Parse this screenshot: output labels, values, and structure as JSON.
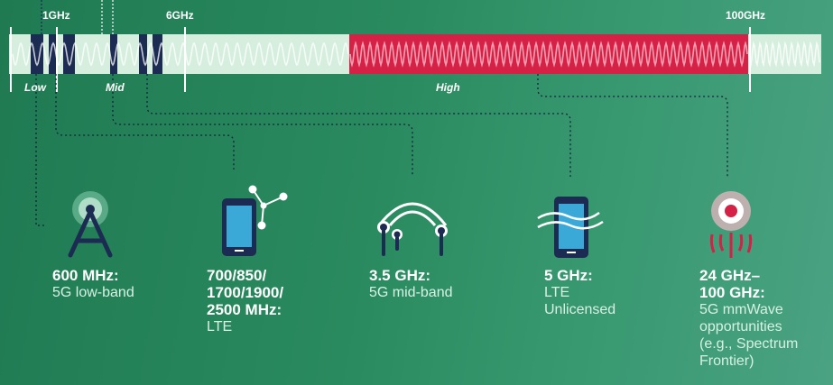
{
  "markers": {
    "f1": "1GHz",
    "f6": "6GHz",
    "f100": "100GHz"
  },
  "bands": {
    "low": "Low",
    "mid": "Mid",
    "high": "High"
  },
  "colors": {
    "background": "#2a8a5f",
    "high_band": "#d42145",
    "dark_segment": "#1c2b52",
    "bar": "#d6eede"
  },
  "items": [
    {
      "icon": "cell-tower-icon",
      "title_lines": [
        "600 MHz:"
      ],
      "desc_lines": [
        "5G low-band"
      ]
    },
    {
      "icon": "smartphone-network-icon",
      "title_lines": [
        "700/850/",
        "1700/1900/",
        "2500 MHz:"
      ],
      "desc_lines": [
        "LTE"
      ]
    },
    {
      "icon": "arc-antennas-icon",
      "title_lines": [
        "3.5 GHz:"
      ],
      "desc_lines": [
        "5G mid-band"
      ]
    },
    {
      "icon": "smartphone-wave-icon",
      "title_lines": [
        "5 GHz:"
      ],
      "desc_lines": [
        "LTE",
        "Unlicensed"
      ]
    },
    {
      "icon": "mmwave-signal-icon",
      "title_lines": [
        "24 GHz–",
        "100 GHz:"
      ],
      "desc_lines": [
        "5G mmWave",
        "opportunities",
        "(e.g., Spectrum",
        "Frontier)"
      ]
    }
  ]
}
